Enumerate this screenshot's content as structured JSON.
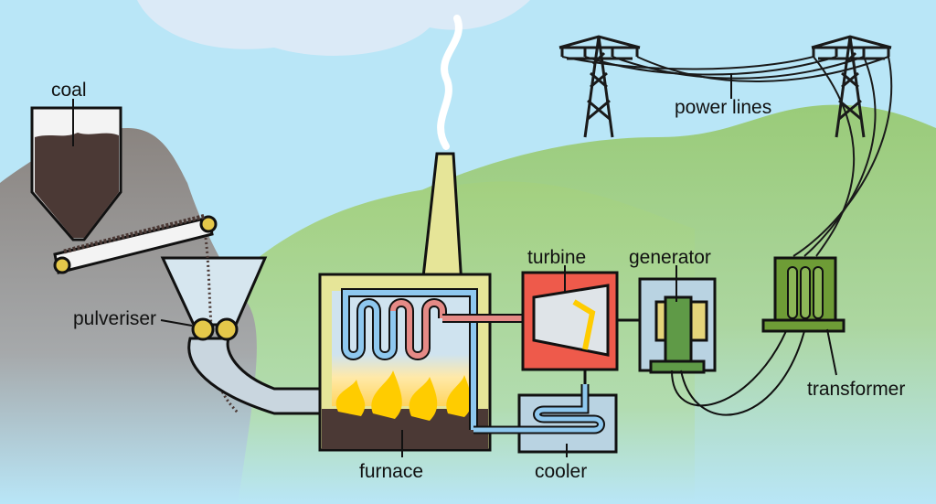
{
  "labels": {
    "coal": "coal",
    "pulveriser": "pulveriser",
    "furnace": "furnace",
    "cooler": "cooler",
    "turbine": "turbine",
    "generator": "generator",
    "power_lines": "power lines",
    "transformer": "transformer"
  },
  "colors": {
    "sky": "#b9e6f7",
    "cloud": "#dcecf8",
    "hill_green": "#9fcf7f",
    "mountain_grey": "#8f8a87",
    "chimney_yellow": "#e7e596",
    "turbine_red": "#ee5a4b",
    "generator_green": "#5f9a47",
    "transformer_green": "#6e9c36",
    "steam_pipe_red": "#e58a86",
    "water_pipe_blue": "#8ec8ef",
    "flame_yellow": "#ffcc00",
    "coal_dark": "#4a3a36"
  }
}
